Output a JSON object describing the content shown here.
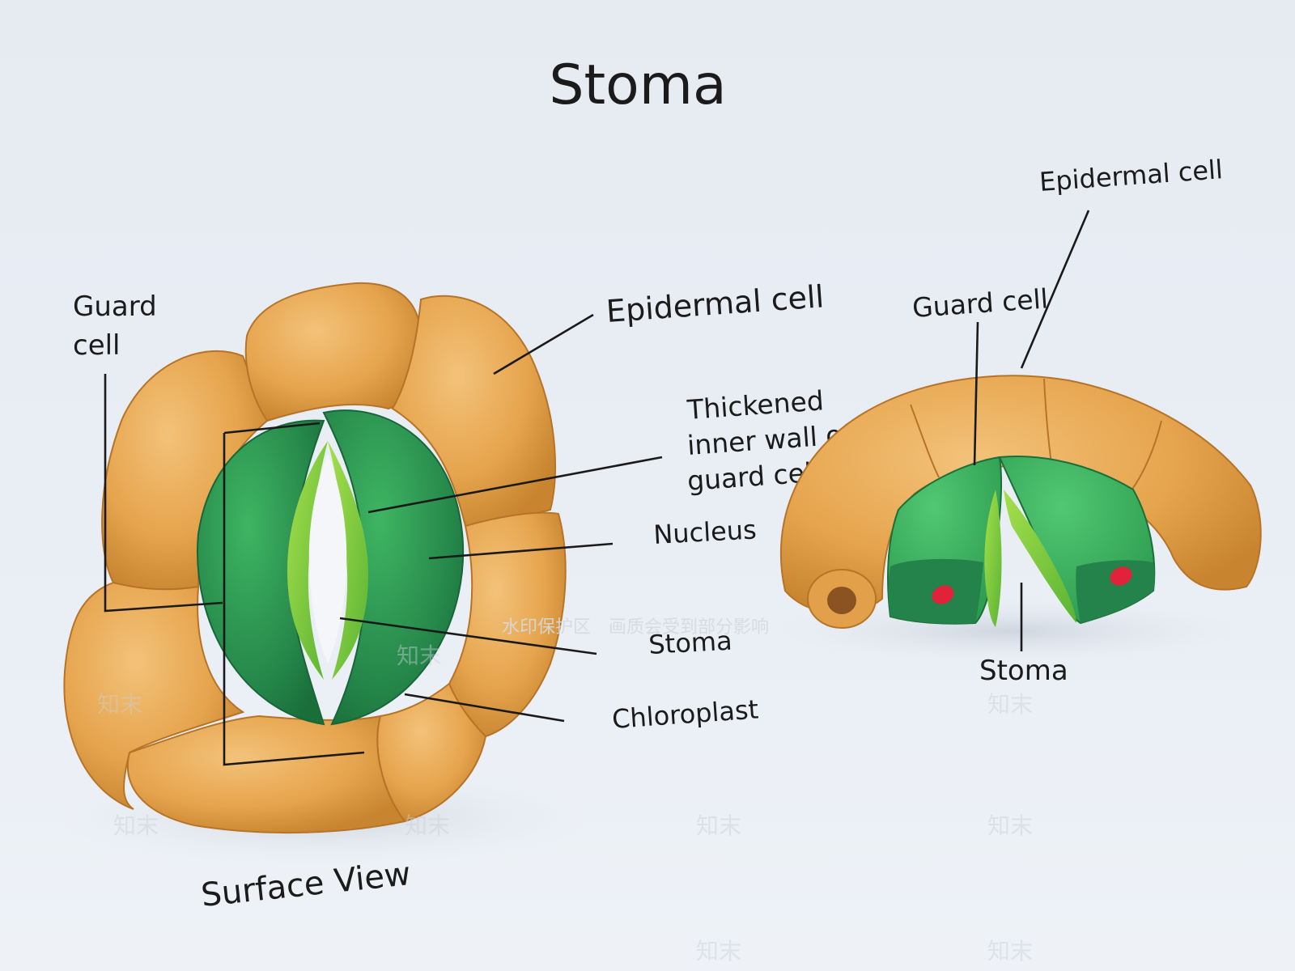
{
  "title": "Stoma",
  "surface_view": {
    "caption": "Surface View",
    "labels": {
      "guard_cell_line1": "Guard",
      "guard_cell_line2": "cell",
      "epidermal_cell": "Epidermal cell",
      "thickened_line1": "Thickened",
      "thickened_line2": "inner wall of",
      "thickened_line3": "guard cell",
      "nucleus": "Nucleus",
      "stoma": "Stoma",
      "chloroplast": "Chloroplast"
    }
  },
  "section_view": {
    "labels": {
      "epidermal_cell": "Epidermal cell",
      "guard_cell": "Guard cell",
      "stoma": "Stoma"
    }
  },
  "watermark": {
    "text": "知末",
    "notice": "水印保护区　画质会受到部分影响"
  },
  "colors": {
    "epidermal": "#e7a64f",
    "epidermal_dark": "#c98532",
    "guard": "#2e9a4c",
    "guard_dark": "#1f7a3a",
    "inner_wall": "#7dcc3a",
    "nucleus_spot": "#e0223a",
    "background": "#e7ecf3"
  }
}
